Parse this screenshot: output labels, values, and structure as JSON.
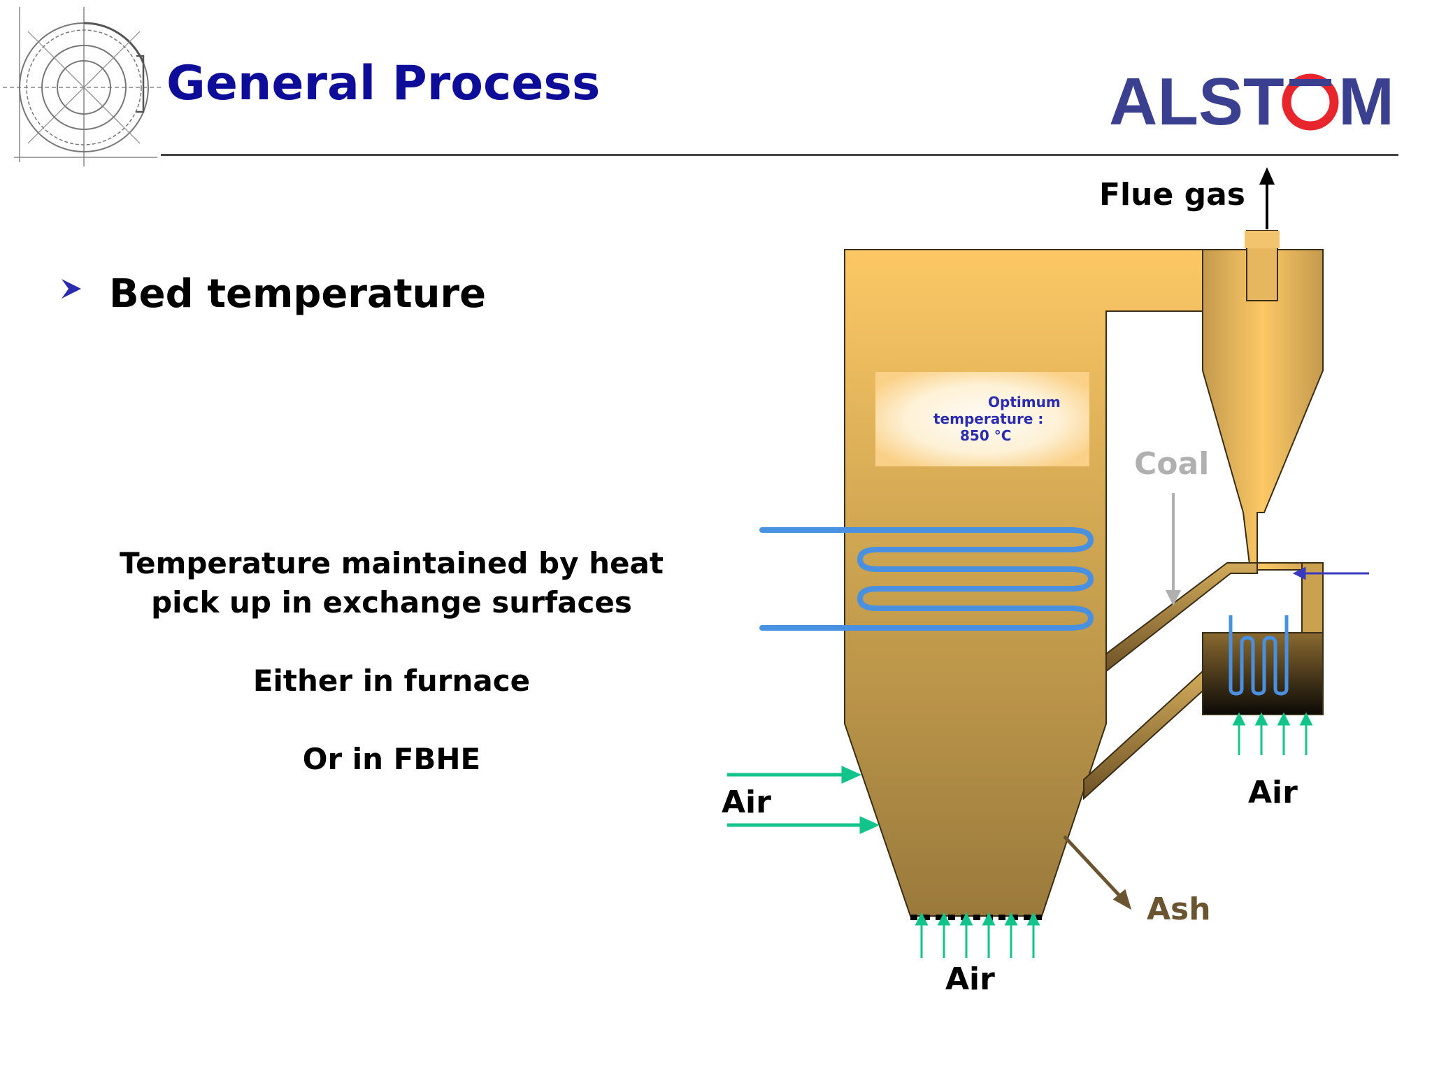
{
  "slide": {
    "title": "General Process",
    "bullet": "Bed temperature",
    "body_lines": [
      "Temperature maintained by heat",
      "pick up in exchange surfaces",
      "",
      "Either in furnace",
      "",
      "Or in FBHE"
    ]
  },
  "brand": {
    "name": "ALSTOM",
    "text_color": "#3a3f8f",
    "accent_color": "#e8242c"
  },
  "diagram": {
    "labels": {
      "flue_gas": "Flue gas",
      "coal": "Coal",
      "air_left": "Air",
      "air_bottom": "Air",
      "air_right": "Air",
      "ash": "Ash"
    },
    "optimum": {
      "line1": "Optimum",
      "line2": "temperature :",
      "line3": "850 °C"
    }
  },
  "colors": {
    "title": "#0d0d99",
    "furnace": "#c9a14f",
    "water_tube": "#4a90e0",
    "air_arrow": "#13c48a",
    "ash_arrow": "#6b5530",
    "coal_text": "#b0b0b0",
    "optimum_text": "#2b2bb0"
  }
}
